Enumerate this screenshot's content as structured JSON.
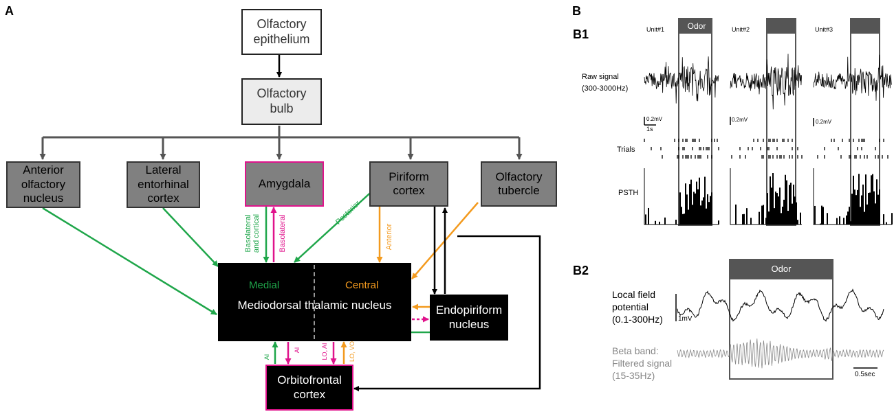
{
  "panels": {
    "a": "A",
    "b": "B",
    "b1": "B1",
    "b2": "B2"
  },
  "nodes": {
    "olfactory_epithelium": "Olfactory\nepithelium",
    "olfactory_bulb": "Olfactory\nbulb",
    "anterior_olfactory_nucleus": "Anterior\nolfactory\nnucleus",
    "lateral_entorhinal_cortex": "Lateral\nentorhinal\ncortex",
    "amygdala": "Amygdala",
    "piriform_cortex": "Piriform\ncortex",
    "olfactory_tubercle": "Olfactory\ntubercle",
    "mediodorsal_thalamic_nucleus": "Mediodorsal thalamic nucleus",
    "medial": "Medial",
    "central": "Central",
    "endopiriform_nucleus": "Endopiriform\nnucleus",
    "orbitofrontal_cortex": "Orbitofrontal\ncortex"
  },
  "edge_labels": {
    "basolateral_and_cortical": "Basolateral\nand cortical",
    "basolateral": "Basolateral",
    "posterior": "Posterior",
    "anterior": "Anterior",
    "ai_up": "AI",
    "ai_down": "AI",
    "lo_ai": "LO, AI",
    "lo_vo": "LO, VO"
  },
  "b1": {
    "odor": "Odor",
    "units": [
      "Unit#1",
      "Unit#2",
      "Unit#3"
    ],
    "raw_signal": "Raw signal\n(300-3000Hz)",
    "scale_mv": "0.2mV",
    "scale_s": "1s",
    "trials": "Trials",
    "psth": "PSTH"
  },
  "b2": {
    "odor": "Odor",
    "lfp": "Local field\npotential\n(0.1-300Hz)",
    "scale_mv": "1mV",
    "beta": "Beta band:\nFiltered signal\n(15-35Hz)",
    "scale_s": "0.5sec"
  },
  "colors": {
    "green": "#1fa64a",
    "magenta": "#e0138c",
    "orange": "#f39a1e",
    "gray_box": "#808080",
    "black": "#000000"
  }
}
